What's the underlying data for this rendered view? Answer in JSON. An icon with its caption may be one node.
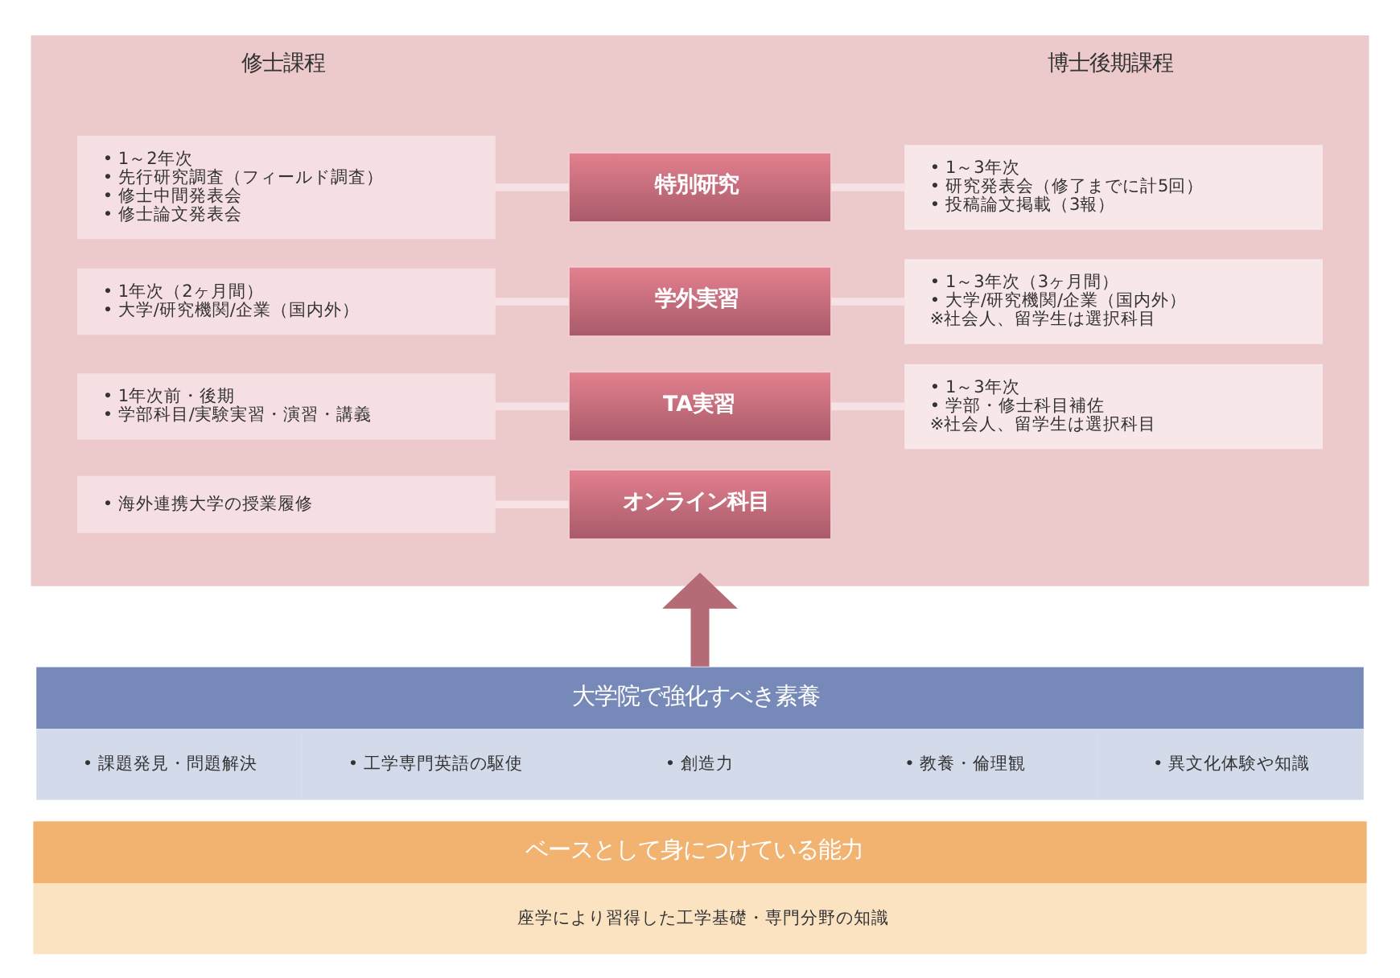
{
  "diagram": {
    "nodes": [
      {
        "text": [
          "修士課程",
          "博士後期課程"
        ]
      },
      {
        "text": [
          "• 1～2年次",
          "• 先行研究調査（フィールド調査）",
          "• 修士中間発表会",
          "• 修士論文発表会"
        ],
        "in": 0
      },
      {
        "text": [
          "特別研究"
        ],
        "in": 0
      },
      {
        "text": [
          "• 1～3年次",
          "• 研究発表会（修了までに計5回）",
          "• 投稿論文掲載（3報）"
        ],
        "in": 0
      },
      {
        "text": [
          "• 1年次（2ヶ月間）",
          "• 大学/研究機関/企業（国内外）"
        ],
        "in": 0
      },
      {
        "text": [
          "学外実習"
        ],
        "in": 0
      },
      {
        "text": [
          "• 1～3年次（3ヶ月間）",
          "• 大学/研究機関/企業（国内外）",
          "※社会人、留学生は選択科目"
        ],
        "in": 0
      },
      {
        "text": [
          "• 1年次前・後期",
          "• 学部科目/実験実習・演習・講義"
        ],
        "in": 0
      },
      {
        "text": [
          "TA実習"
        ],
        "in": 0
      },
      {
        "text": [
          "• 1～3年次",
          "• 学部・修士科目補佐",
          "※社会人、留学生は選択科目"
        ],
        "in": 0
      },
      {
        "text": [
          "• 海外連携大学の授業履修"
        ],
        "in": 0
      },
      {
        "text": [
          "オンライン科目"
        ],
        "in": 0
      },
      {
        "text": [
          "大学院で強化すべき素養",
          "• 課題発見・問題解決",
          "• 工学専門英語の駆使",
          "• 創造力",
          "• 教養・倫理観",
          "• 異文化体験や知識"
        ]
      },
      {
        "text": [
          "ベースとして身につけている能力",
          "座学により習得した工学基礎・専門分野の知識"
        ]
      }
    ],
    "edges": [
      {
        "from": 1,
        "to": 2,
        "arrow": "none"
      },
      {
        "from": 2,
        "to": 3,
        "arrow": "none"
      },
      {
        "from": 4,
        "to": 5,
        "arrow": "none"
      },
      {
        "from": 5,
        "to": 6,
        "arrow": "none"
      },
      {
        "from": 7,
        "to": 8,
        "arrow": "none"
      },
      {
        "from": 8,
        "to": 9,
        "arrow": "none"
      },
      {
        "from": 10,
        "to": 11,
        "arrow": "none"
      },
      {
        "from": 12,
        "to": 0,
        "arrow": "to",
        "style": "thick",
        "color": "#b56b76"
      }
    ]
  }
}
